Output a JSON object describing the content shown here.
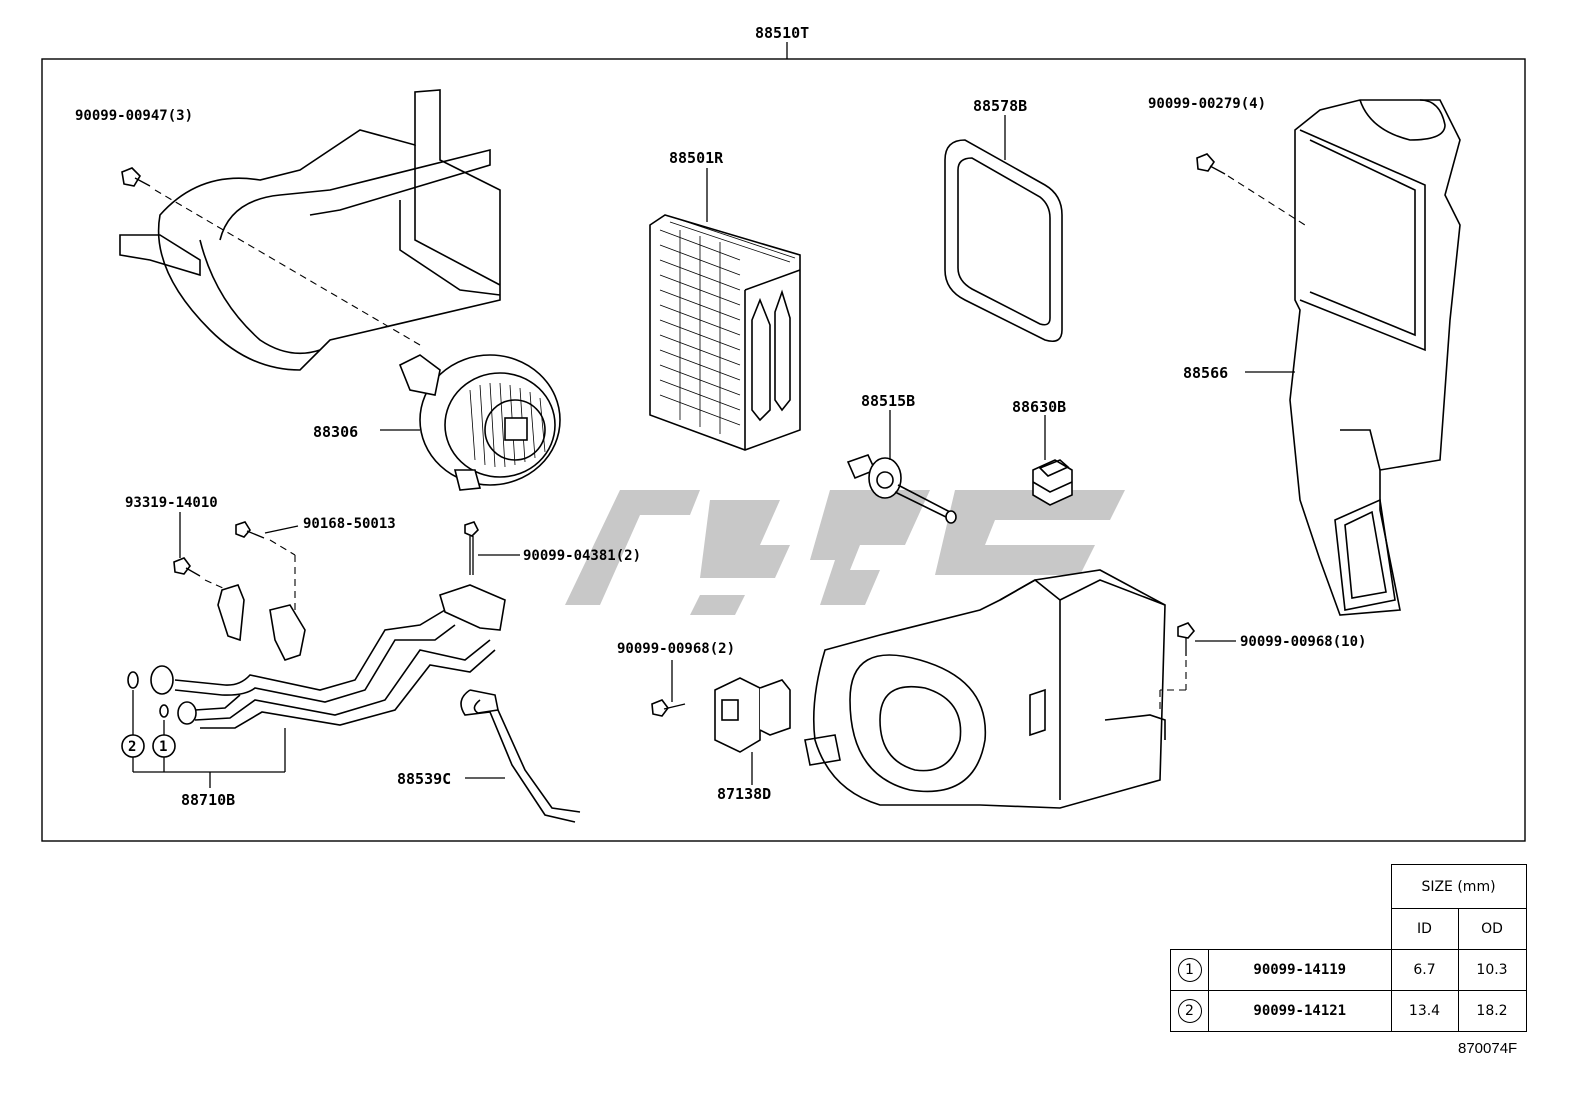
{
  "diagram": {
    "assembly_label": "88510T",
    "code": "870074F"
  },
  "callouts": {
    "bolt_00947": "90099-00947(3)",
    "bolt_00279": "90099-00279(4)",
    "gasket_88578B": "88578B",
    "evaporator_88501R": "88501R",
    "blower_motor_88306": "88306",
    "duct_88566": "88566",
    "valve_88515B": "88515B",
    "relay_88630B": "88630B",
    "bolt_14010": "93319-14010",
    "screw_50013": "90168-50013",
    "bolt_04381": "90099-04381(2)",
    "bolt_00968_2": "90099-00968(2)",
    "bolt_00968_10": "90099-00968(10)",
    "pipe_88710B": "88710B",
    "hose_88539C": "88539C",
    "resistor_87138D": "87138D",
    "oring_1": "1",
    "oring_2": "2"
  },
  "size_table": {
    "header": "SIZE (mm)",
    "col_id": "ID",
    "col_od": "OD",
    "rows": [
      {
        "ref": "1",
        "part": "90099-14119",
        "id": "6.7",
        "od": "10.3"
      },
      {
        "ref": "2",
        "part": "90099-14121",
        "id": "13.4",
        "od": "18.2"
      }
    ]
  }
}
